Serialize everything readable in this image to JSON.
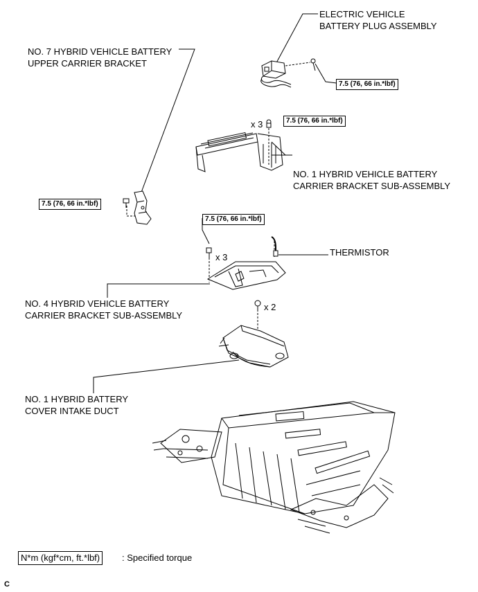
{
  "labels": {
    "plug_assembly": "ELECTRIC VEHICLE\nBATTERY PLUG ASSEMBLY",
    "upper_carrier_bracket": "NO. 7 HYBRID VEHICLE BATTERY\nUPPER CARRIER BRACKET",
    "no1_carrier_bracket": "NO. 1 HYBRID VEHICLE BATTERY\nCARRIER BRACKET SUB-ASSEMBLY",
    "thermistor": "THERMISTOR",
    "no4_carrier_bracket": "NO. 4 HYBRID VEHICLE BATTERY\nCARRIER BRACKET SUB-ASSEMBLY",
    "intake_duct": "NO. 1 HYBRID BATTERY\nCOVER INTAKE DUCT"
  },
  "torques": {
    "plug": "7.5 (76, 66 in.*lbf)",
    "no1_bracket": "7.5 (76, 66 in.*lbf)",
    "upper_bracket": "7.5 (76, 66 in.*lbf)",
    "no4_bracket": "7.5 (76, 66 in.*lbf)"
  },
  "quantities": {
    "no1_bracket": "x 3",
    "no4_bracket": "x 3",
    "intake_duct": "x 2"
  },
  "legend": {
    "box": "N*m (kgf*cm, ft.*lbf)",
    "text": ": Specified torque"
  },
  "figure_code": "C"
}
